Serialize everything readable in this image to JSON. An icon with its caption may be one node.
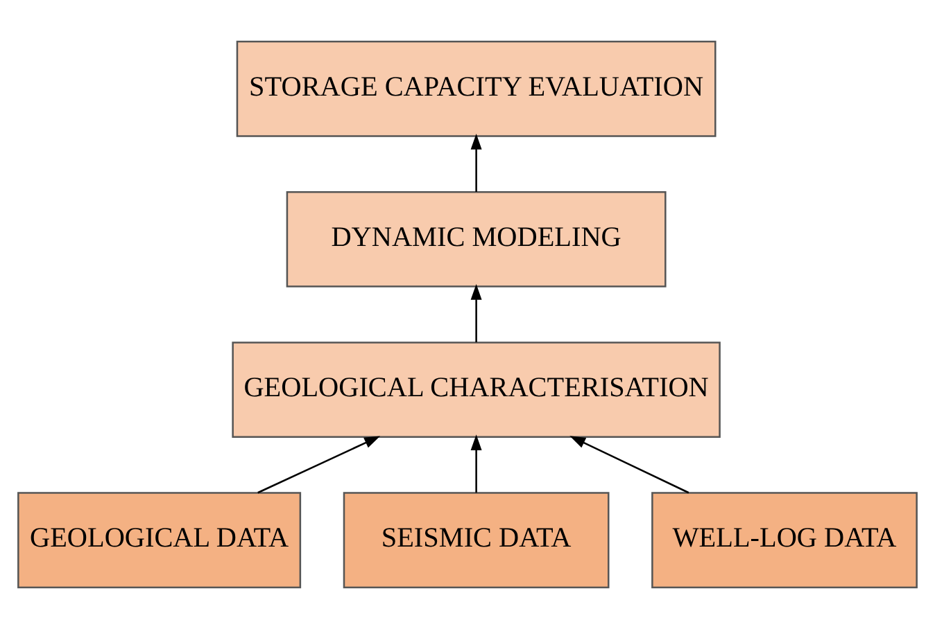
{
  "diagram": {
    "nodes": [
      {
        "text": [
          "STORAGE CAPACITY EVALUATION"
        ]
      },
      {
        "text": [
          "DYNAMIC MODELING"
        ]
      },
      {
        "text": [
          "GEOLOGICAL CHARACTERISATION"
        ]
      },
      {
        "text": [
          "GEOLOGICAL DATA"
        ]
      },
      {
        "text": [
          "SEISMIC DATA"
        ]
      },
      {
        "text": [
          "WELL-LOG DATA"
        ]
      }
    ],
    "edges": [
      {
        "from": 1,
        "to": 0,
        "arrow": "to"
      },
      {
        "from": 2,
        "to": 1,
        "arrow": "to"
      },
      {
        "from": 3,
        "to": 2,
        "arrow": "to"
      },
      {
        "from": 4,
        "to": 2,
        "arrow": "to"
      },
      {
        "from": 5,
        "to": 2,
        "arrow": "to"
      }
    ]
  }
}
